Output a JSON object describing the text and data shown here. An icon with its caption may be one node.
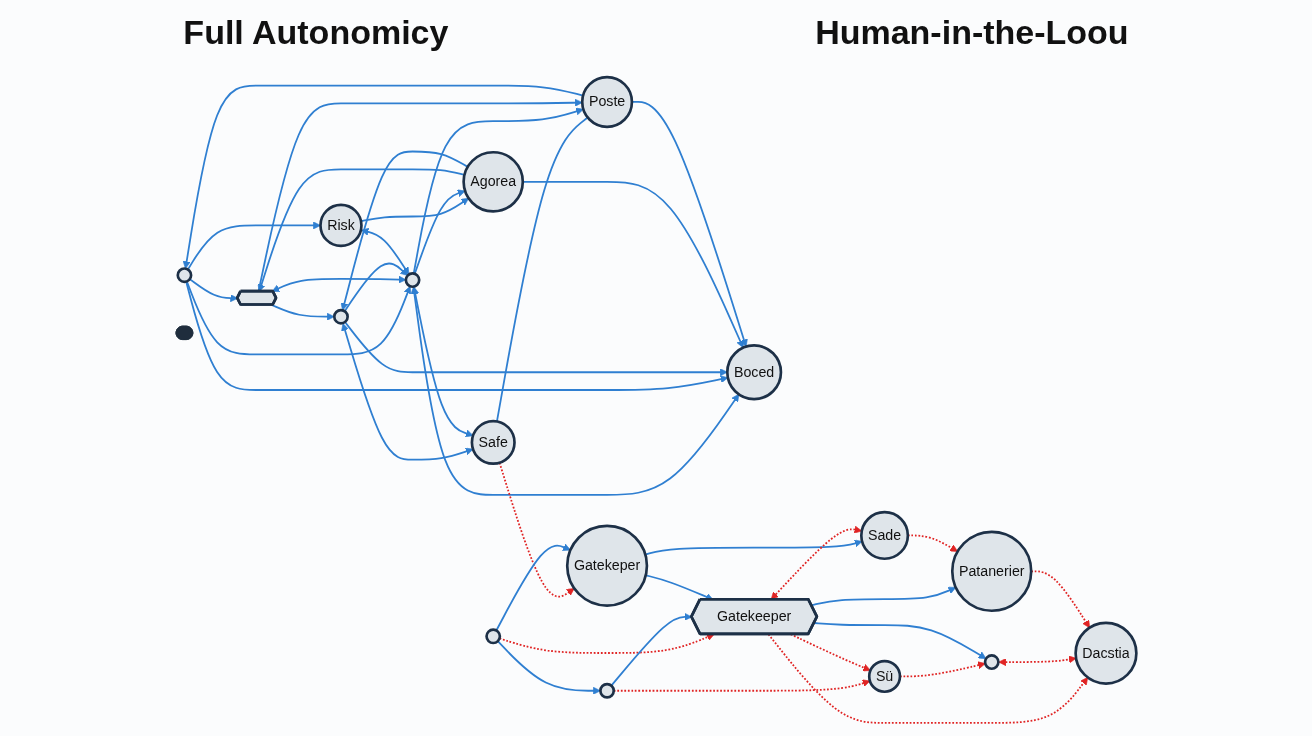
{
  "diagram": {
    "nodes": [
      {
        "text": [],
        "shape": "circle"
      },
      {
        "text": [],
        "shape": "hexagon"
      },
      {
        "text": [],
        "shape": "circle"
      },
      {
        "text": [
          "Risk"
        ]
      },
      {
        "text": [],
        "shape": "circle"
      },
      {
        "text": [
          "Safe"
        ]
      },
      {
        "text": [
          "Agorea"
        ]
      },
      {
        "text": [
          "Boced"
        ]
      },
      {
        "text": [
          "Poste"
        ]
      },
      {
        "text": [],
        "shape": "circle"
      },
      {
        "text": [],
        "shape": "circle"
      },
      {
        "text": [
          "Sü"
        ]
      },
      {
        "text": [
          "Gatekeper"
        ]
      },
      {
        "text": [
          "Gatekeeper"
        ]
      },
      {
        "text": [],
        "shape": "person"
      },
      {
        "text": [],
        "shape": "circle"
      },
      {
        "text": [
          "Sade"
        ]
      },
      {
        "text": [
          "Patanerier"
        ]
      },
      {
        "text": [
          "Dacstia"
        ]
      }
    ],
    "edges": [
      {
        "from": 0,
        "to": 1,
        "arrow": "to"
      },
      {
        "from": 1,
        "to": 2,
        "arrow": "to"
      },
      {
        "from": 0,
        "to": 3,
        "arrow": "to"
      },
      {
        "from": 2,
        "to": 5,
        "arrow": "both"
      },
      {
        "from": 0,
        "to": 4,
        "arrow": "to"
      },
      {
        "from": 1,
        "to": 4,
        "arrow": "both"
      },
      {
        "from": 2,
        "to": 4,
        "arrow": "to"
      },
      {
        "from": 3,
        "to": 4,
        "arrow": "both"
      },
      {
        "from": 4,
        "to": 5,
        "arrow": "both"
      },
      {
        "from": 3,
        "to": 6,
        "arrow": "to"
      },
      {
        "from": 5,
        "to": 8,
        "arrow": "none"
      },
      {
        "from": 4,
        "to": 6,
        "arrow": "to"
      },
      {
        "from": 4,
        "to": 7,
        "arrow": "both"
      },
      {
        "from": 4,
        "to": 8,
        "arrow": "to"
      },
      {
        "from": 0,
        "to": 7,
        "arrow": "to"
      },
      {
        "from": 2,
        "to": 7,
        "arrow": "to"
      },
      {
        "from": 1,
        "to": 8,
        "arrow": "to"
      },
      {
        "from": 6,
        "to": 1,
        "arrow": "to"
      },
      {
        "from": 6,
        "to": 2,
        "arrow": "to"
      },
      {
        "from": 8,
        "to": 0,
        "arrow": "to"
      },
      {
        "from": 6,
        "to": 7,
        "arrow": "to"
      },
      {
        "from": 8,
        "to": 7,
        "arrow": "to"
      },
      {
        "from": 5,
        "to": 12,
        "arrow": "to",
        "style": "dashed",
        "color": "#e02424"
      },
      {
        "from": 9,
        "to": 10,
        "arrow": "to"
      },
      {
        "from": 10,
        "to": 11,
        "arrow": "to",
        "style": "dashed",
        "color": "#e02424"
      },
      {
        "from": 9,
        "to": 12,
        "arrow": "to"
      },
      {
        "from": 9,
        "to": 13,
        "arrow": "to",
        "style": "dashed",
        "color": "#e02424"
      },
      {
        "from": 10,
        "to": 13,
        "arrow": "to"
      },
      {
        "from": 13,
        "to": 11,
        "arrow": "to",
        "style": "dashed",
        "color": "#e02424"
      },
      {
        "from": 11,
        "to": 15,
        "arrow": "to",
        "style": "dashed",
        "color": "#e02424"
      },
      {
        "from": 12,
        "to": 13,
        "arrow": "to"
      },
      {
        "from": 13,
        "to": 15,
        "arrow": "to"
      },
      {
        "from": 12,
        "to": 16,
        "arrow": "to"
      },
      {
        "from": 13,
        "to": 16,
        "arrow": "both",
        "style": "dashed",
        "color": "#e02424"
      },
      {
        "from": 13,
        "to": 17,
        "arrow": "to"
      },
      {
        "from": 13,
        "to": 18,
        "arrow": "to",
        "style": "dashed",
        "color": "#e02424"
      },
      {
        "from": 15,
        "to": 18,
        "arrow": "both",
        "style": "dashed",
        "color": "#e02424"
      },
      {
        "from": 16,
        "to": 17,
        "arrow": "to",
        "style": "dashed",
        "color": "#e02424"
      },
      {
        "from": 17,
        "to": 18,
        "arrow": "to",
        "style": "dashed",
        "color": "#e02424"
      }
    ],
    "labels": [
      "Full Autonomicy",
      "Human-in-the-Loou"
    ]
  }
}
